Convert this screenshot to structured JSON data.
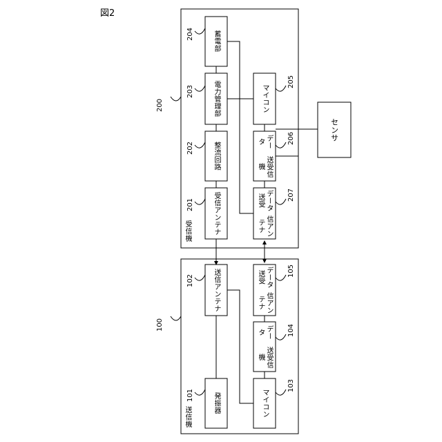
{
  "figure_label": "図2",
  "receiver": {
    "ref": "200",
    "title": "受信機",
    "blocks": [
      {
        "ref": "201",
        "label": [
          "受信",
          "アンテナ"
        ]
      },
      {
        "ref": "202",
        "label": [
          "整流回路"
        ]
      },
      {
        "ref": "203",
        "label": [
          "電力",
          "管理部"
        ]
      },
      {
        "ref": "204",
        "label": [
          "蓄電部"
        ]
      },
      {
        "ref": "205",
        "label": [
          "マイコン"
        ]
      },
      {
        "ref": "206",
        "label": [
          "データ",
          "送受信機"
        ]
      },
      {
        "ref": "207",
        "label": [
          "データ送受",
          "信アンテナ"
        ]
      }
    ]
  },
  "transmitter": {
    "ref": "100",
    "title": "送信機",
    "blocks": [
      {
        "ref": "101",
        "label": [
          "発振器"
        ]
      },
      {
        "ref": "102",
        "label": [
          "送信",
          "アンテナ"
        ]
      },
      {
        "ref": "103",
        "label": [
          "マイコン"
        ]
      },
      {
        "ref": "104",
        "label": [
          "データ",
          "送受信機"
        ]
      },
      {
        "ref": "105",
        "label": [
          "データ送受",
          "信アンテナ"
        ]
      }
    ]
  },
  "sensor": {
    "label": "センサ"
  }
}
